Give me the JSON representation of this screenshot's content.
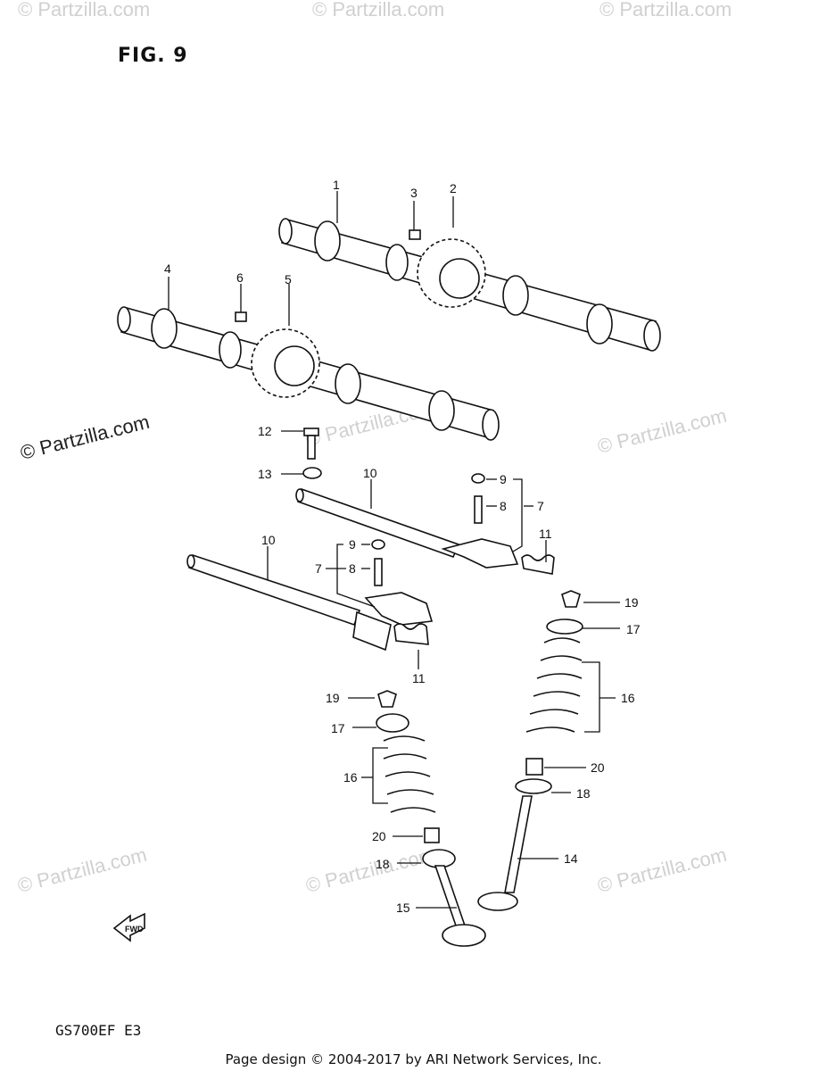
{
  "figure_title": "FIG. 9",
  "model_code": "GS700EF E3",
  "footer": "Page design © 2004-2017 by ARI Network Services, Inc.",
  "watermark": "© Partzilla.com",
  "fwd_label": "FWD",
  "callouts": {
    "c1": "1",
    "c2": "2",
    "c3": "3",
    "c4": "4",
    "c5": "5",
    "c6": "6",
    "c7a": "7",
    "c7b": "7",
    "c8a": "8",
    "c8b": "8",
    "c9a": "9",
    "c9b": "9",
    "c10a": "10",
    "c10b": "10",
    "c11a": "11",
    "c11b": "11",
    "c12": "12",
    "c13": "13",
    "c14": "14",
    "c15": "15",
    "c16a": "16",
    "c16b": "16",
    "c17a": "17",
    "c17b": "17",
    "c18a": "18",
    "c18b": "18",
    "c19a": "19",
    "c19b": "19",
    "c20a": "20",
    "c20b": "20"
  }
}
